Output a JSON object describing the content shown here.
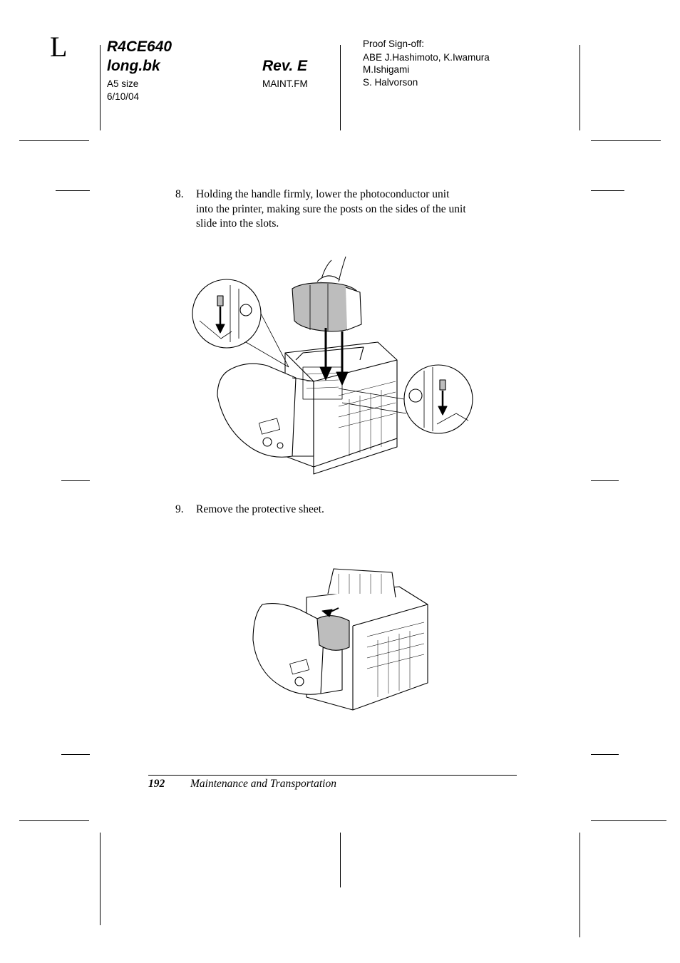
{
  "header": {
    "section_letter": "L",
    "doc_code": "R4CE640",
    "book_name": "long.bk",
    "paper_size": "A5 size",
    "date": "6/10/04",
    "revision": "Rev. E",
    "file_name": "MAINT.FM",
    "proof_label": "Proof Sign-off:",
    "proof_names": [
      "ABE J.Hashimoto, K.Iwamura",
      "M.Ishigami",
      "S. Halvorson"
    ]
  },
  "steps": [
    {
      "number": "8.",
      "lines": [
        "Holding the handle firmly, lower the photoconductor unit",
        "into the printer, making sure the posts on the sides of the unit",
        "slide into the slots."
      ]
    },
    {
      "number": "9.",
      "lines": [
        "Remove the protective sheet."
      ]
    }
  ],
  "footer": {
    "page_number": "192",
    "chapter_title": "Maintenance and Transportation"
  },
  "colors": {
    "ink": "#000000",
    "toner_gray": "#bdbdbd",
    "page": "#ffffff"
  }
}
